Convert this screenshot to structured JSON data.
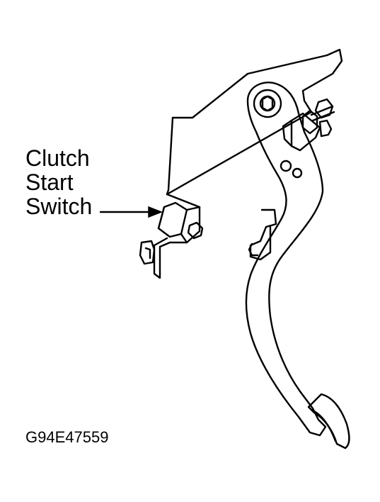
{
  "callout": {
    "lines": [
      "Clutch",
      "Start",
      "Switch"
    ]
  },
  "figure_id": "G94E47559",
  "colors": {
    "line": "#000000",
    "background": "#ffffff"
  }
}
